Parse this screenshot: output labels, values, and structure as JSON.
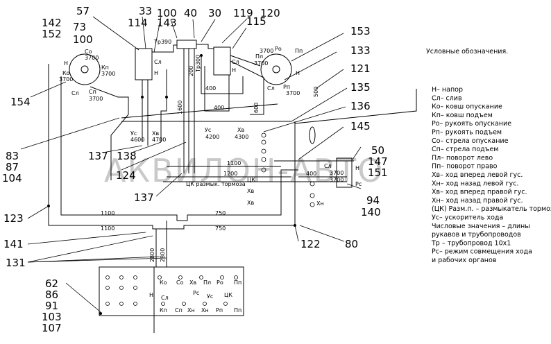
{
  "watermark": "АКВИЛОН-АВТО",
  "legend": {
    "title": "Условные обозначения.",
    "items": [
      "Н– напор",
      "Сл– слив",
      "Ко– ковш опускание",
      "Кп– ковш подъем",
      "Ро– рукоять опускание",
      "Рп– рукоять подъем",
      "Со– стрела опускание",
      "Сп– стрела подъем",
      "Пл– поворот лево",
      "Пп– поворот право",
      "Хв– ход вперед левой гус.",
      "Хн– ход назад левой гус.",
      "Хв– ход вперед правой гус.",
      "Хн– ход назад правой гус.",
      "(ЦК) Разм.п. – размыкатель тормоза",
      "Ус– ускоритель хода",
      "Числовые значения – длины",
      "рукавов и трубопроводов",
      "Тр – трубопровод 10х1",
      "Рс– режим совмещения хода",
      "и рабочих органов"
    ]
  },
  "callouts": {
    "c57": "57",
    "c33": "33",
    "c100a": "100",
    "c40": "40",
    "c30": "30",
    "c119": "119",
    "c120": "120",
    "c114": "114",
    "c143": "143",
    "c115": "115",
    "c153": "153",
    "c142": "142",
    "c152": "152",
    "c73": "73",
    "c100b": "100",
    "c133": "133",
    "c121": "121",
    "c135": "135",
    "c136": "136",
    "c154": "154",
    "c145": "145",
    "c83": "83",
    "c87": "87",
    "c104": "104",
    "c137a": "137",
    "c138": "138",
    "c50": "50",
    "c147": "147",
    "c151": "151",
    "c124": "124",
    "c94": "94",
    "c140": "140",
    "c137b": "137",
    "c123": "123",
    "c141": "141",
    "c122": "122",
    "c80": "80",
    "c131": "131",
    "c62": "62",
    "c86": "86",
    "c91": "91",
    "c103": "103",
    "c107": "107"
  },
  "labels": {
    "tr390": "Тр390",
    "n3700a": "3700",
    "n3700b": "3700",
    "n3700c": "3700",
    "n3700d": "3700",
    "n3700e": "3700",
    "n3700f": "3700",
    "n3700g": "3700",
    "n3700h": "3700",
    "n3700i": "3700",
    "tr300": "Тр300",
    "d200": "200",
    "d400a": "400",
    "d400b": "400",
    "d600": "600",
    "d500": "500",
    "d1600": "1600",
    "d1100a": "1100",
    "d1200": "1200",
    "d400c": "400",
    "d1100b": "1100",
    "d750a": "750",
    "d1100c": "1100",
    "d750b": "750",
    "d2800a": "2800",
    "d2800b": "2800",
    "d4600": "4600",
    "d4700": "4700",
    "d4200": "4200",
    "d4300": "4300",
    "ko": "Ко",
    "kp": "Кп",
    "sp": "Сп",
    "so": "Со",
    "h1": "Н",
    "sl1": "Сл",
    "pl": "Пл",
    "po": "Ро",
    "pp": "Пп",
    "rp": "Рп",
    "h2": "Н",
    "sl2": "Сл",
    "sl3": "Сл",
    "h3": "Н",
    "sl4": "Сл",
    "h4": "Н",
    "ys1": "Ус",
    "xv1": "Хв",
    "ys2": "Ус",
    "xv2": "Хв",
    "tk": "ЦК размык. тормоза",
    "ck": "ЦК",
    "xv3": "Хв",
    "xv4": "Хв",
    "cl5": "Сл",
    "h5": "Н",
    "pc": "Рс",
    "xn": "Хн",
    "pk1": "Ко",
    "pk2": "Со",
    "pk3": "Хв",
    "pk4": "Пл",
    "pk5": "Ро",
    "pk6": "Пп",
    "pk7": "Н",
    "pk8": "Рс",
    "pk9": "Ус",
    "pk10": "ЦК",
    "pk11": "Сл",
    "pk12": "Кп",
    "pk13": "Сп",
    "pk14": "Хн",
    "pk15": "Хн",
    "pk16": "Рп",
    "pk17": "Пп"
  },
  "colors": {
    "line": "#000000",
    "watermark": "#c9c9c9"
  }
}
